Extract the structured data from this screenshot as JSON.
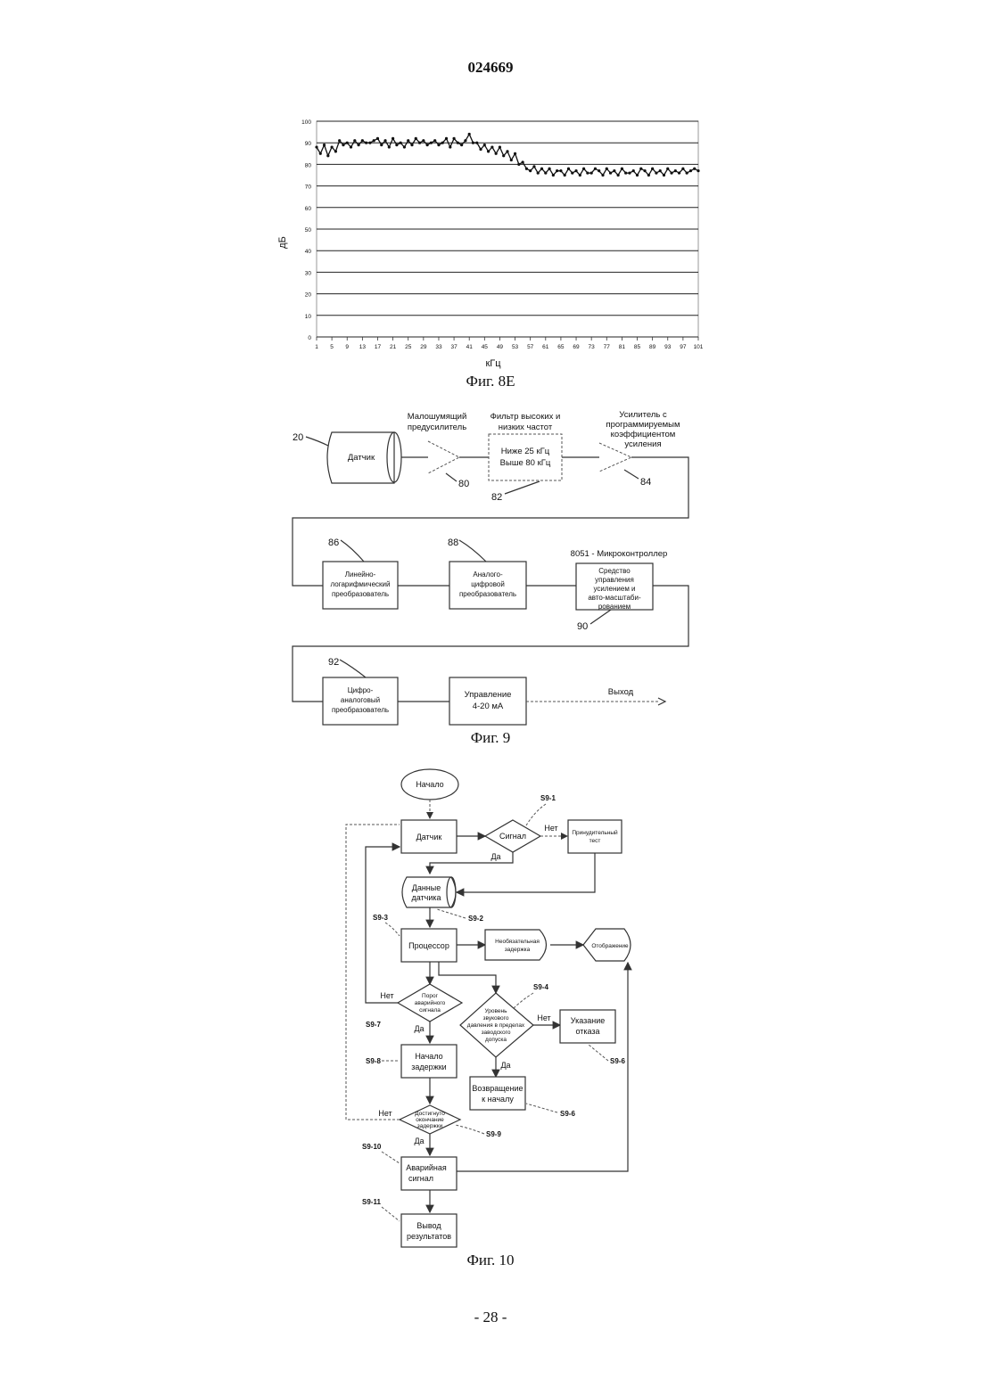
{
  "doc_number": "024669",
  "page_number": "- 28 -",
  "fig8e": {
    "caption": "Фиг. 8E",
    "ylabel": "дБ",
    "xlabel": "кГц",
    "y_ticks": [
      "0",
      "10",
      "20",
      "30",
      "40",
      "50",
      "60",
      "70",
      "80",
      "90",
      "100"
    ],
    "x_ticks": [
      "1",
      "5",
      "9",
      "13",
      "17",
      "21",
      "25",
      "29",
      "33",
      "37",
      "41",
      "45",
      "49",
      "53",
      "57",
      "61",
      "65",
      "69",
      "73",
      "77",
      "81",
      "85",
      "89",
      "93",
      "97",
      "101"
    ]
  },
  "chart_data": {
    "type": "line",
    "xlabel": "кГц",
    "ylabel": "дБ",
    "xlim": [
      1,
      101
    ],
    "ylim": [
      0,
      100
    ],
    "grid": true,
    "x": [
      1,
      2,
      3,
      4,
      5,
      6,
      7,
      8,
      9,
      10,
      11,
      12,
      13,
      14,
      15,
      16,
      17,
      18,
      19,
      20,
      21,
      22,
      23,
      24,
      25,
      26,
      27,
      28,
      29,
      30,
      31,
      32,
      33,
      34,
      35,
      36,
      37,
      38,
      39,
      40,
      41,
      42,
      43,
      44,
      45,
      46,
      47,
      48,
      49,
      50,
      51,
      52,
      53,
      54,
      55,
      56,
      57,
      58,
      59,
      60,
      61,
      62,
      63,
      64,
      65,
      66,
      67,
      68,
      69,
      70,
      71,
      72,
      73,
      74,
      75,
      76,
      77,
      78,
      79,
      80,
      81,
      82,
      83,
      84,
      85,
      86,
      87,
      88,
      89,
      90,
      91,
      92,
      93,
      94,
      95,
      96,
      97,
      98,
      99,
      100,
      101
    ],
    "y": [
      88,
      85,
      89,
      84,
      88,
      86,
      91,
      89,
      90,
      88,
      91,
      89,
      91,
      90,
      90,
      91,
      92,
      89,
      91,
      88,
      92,
      89,
      90,
      88,
      91,
      89,
      92,
      90,
      91,
      89,
      90,
      91,
      89,
      90,
      92,
      88,
      92,
      90,
      89,
      91,
      94,
      90,
      90,
      87,
      89,
      86,
      88,
      85,
      88,
      84,
      86,
      82,
      85,
      80,
      81,
      78,
      77,
      79,
      76,
      78,
      76,
      78,
      75,
      77,
      77,
      75,
      78,
      76,
      77,
      75,
      78,
      76,
      76,
      78,
      77,
      75,
      78,
      76,
      77,
      75,
      78,
      76,
      76,
      77,
      75,
      78,
      77,
      75,
      78,
      76,
      77,
      75,
      78,
      76,
      77,
      76,
      78,
      76,
      77,
      78,
      77
    ]
  },
  "fig9": {
    "caption": "Фиг. 9",
    "sensor": "Датчик",
    "sensor_ref": "20",
    "preamp_label": "Малошумящий предусилитель",
    "preamp_label_l1": "Малошумящий",
    "preamp_label_l2": "предусилитель",
    "preamp_ref": "80",
    "filter_label_l1": "Фильтр высоких и",
    "filter_label_l2": "низких частот",
    "filter_text_l1": "Ниже 25 кГц",
    "filter_text_l2": "Выше 80 кГц",
    "filter_ref": "82",
    "amp_label_l1": "Усилитель с",
    "amp_label_l2": "программируемым",
    "amp_label_l3": "коэффициентом",
    "amp_label_l4": "усиления",
    "amp_ref": "84",
    "linlog_ref": "86",
    "linlog_l1": "Линейно-",
    "linlog_l2": "логарифмический",
    "linlog_l3": "преобразователь",
    "adc_ref": "88",
    "adc_l1": "Аналого-",
    "adc_l2": "цифровой",
    "adc_l3": "преобразователь",
    "mcu_label": "8051 - Микроконтроллер",
    "mcu_l1": "Средство",
    "mcu_l2": "управления",
    "mcu_l3": "усилением и",
    "mcu_l4": "авто-масштаби-",
    "mcu_l5": "рованием",
    "mcu_ref": "90",
    "dac_ref": "92",
    "dac_l1": "Цифро-",
    "dac_l2": "аналоговый",
    "dac_l3": "преобразователь",
    "ctrl_l1": "Управление",
    "ctrl_l2": "4-20 мА",
    "output": "Выход"
  },
  "fig10": {
    "caption": "Фиг. 10",
    "start": "Начало",
    "sensor": "Датчик",
    "signal": "Сигнал",
    "forced_test_l1": "Принудительный",
    "forced_test_l2": "тест",
    "yes": "Да",
    "no": "Нет",
    "sensor_data_l1": "Данные",
    "sensor_data_l2": "датчика",
    "processor": "Процессор",
    "opt_delay_l1": "Необязательная",
    "opt_delay_l2": "задержка",
    "display": "Отображение",
    "alarm_thr_l1": "Порог",
    "alarm_thr_l2": "аварийного",
    "alarm_thr_l3": "сигнала",
    "spl_l1": "Уровень",
    "spl_l2": "звукового",
    "spl_l3": "давления в пределах",
    "spl_l4": "заводского",
    "spl_l5": "допуска",
    "fault_l1": "Указание",
    "fault_l2": "отказа",
    "delay_start_l1": "Начало",
    "delay_start_l2": "задержки",
    "return_l1": "Возвращение",
    "return_l2": "к началу",
    "delay_end_l1": "Достигнуто",
    "delay_end_l2": "окончание",
    "delay_end_l3": "задержки",
    "alarm_l1": "Аварийная",
    "alarm_l2": "сигнал",
    "output_l1": "Вывод",
    "output_l2": "результатов",
    "s1": "S9-1",
    "s2": "S9-2",
    "s3": "S9-3",
    "s4": "S9-4",
    "s6a": "S9-6",
    "s6b": "S9-6",
    "s7": "S9-7",
    "s8": "S9-8",
    "s9": "S9-9",
    "s10": "S9-10",
    "s11": "S9-11"
  }
}
